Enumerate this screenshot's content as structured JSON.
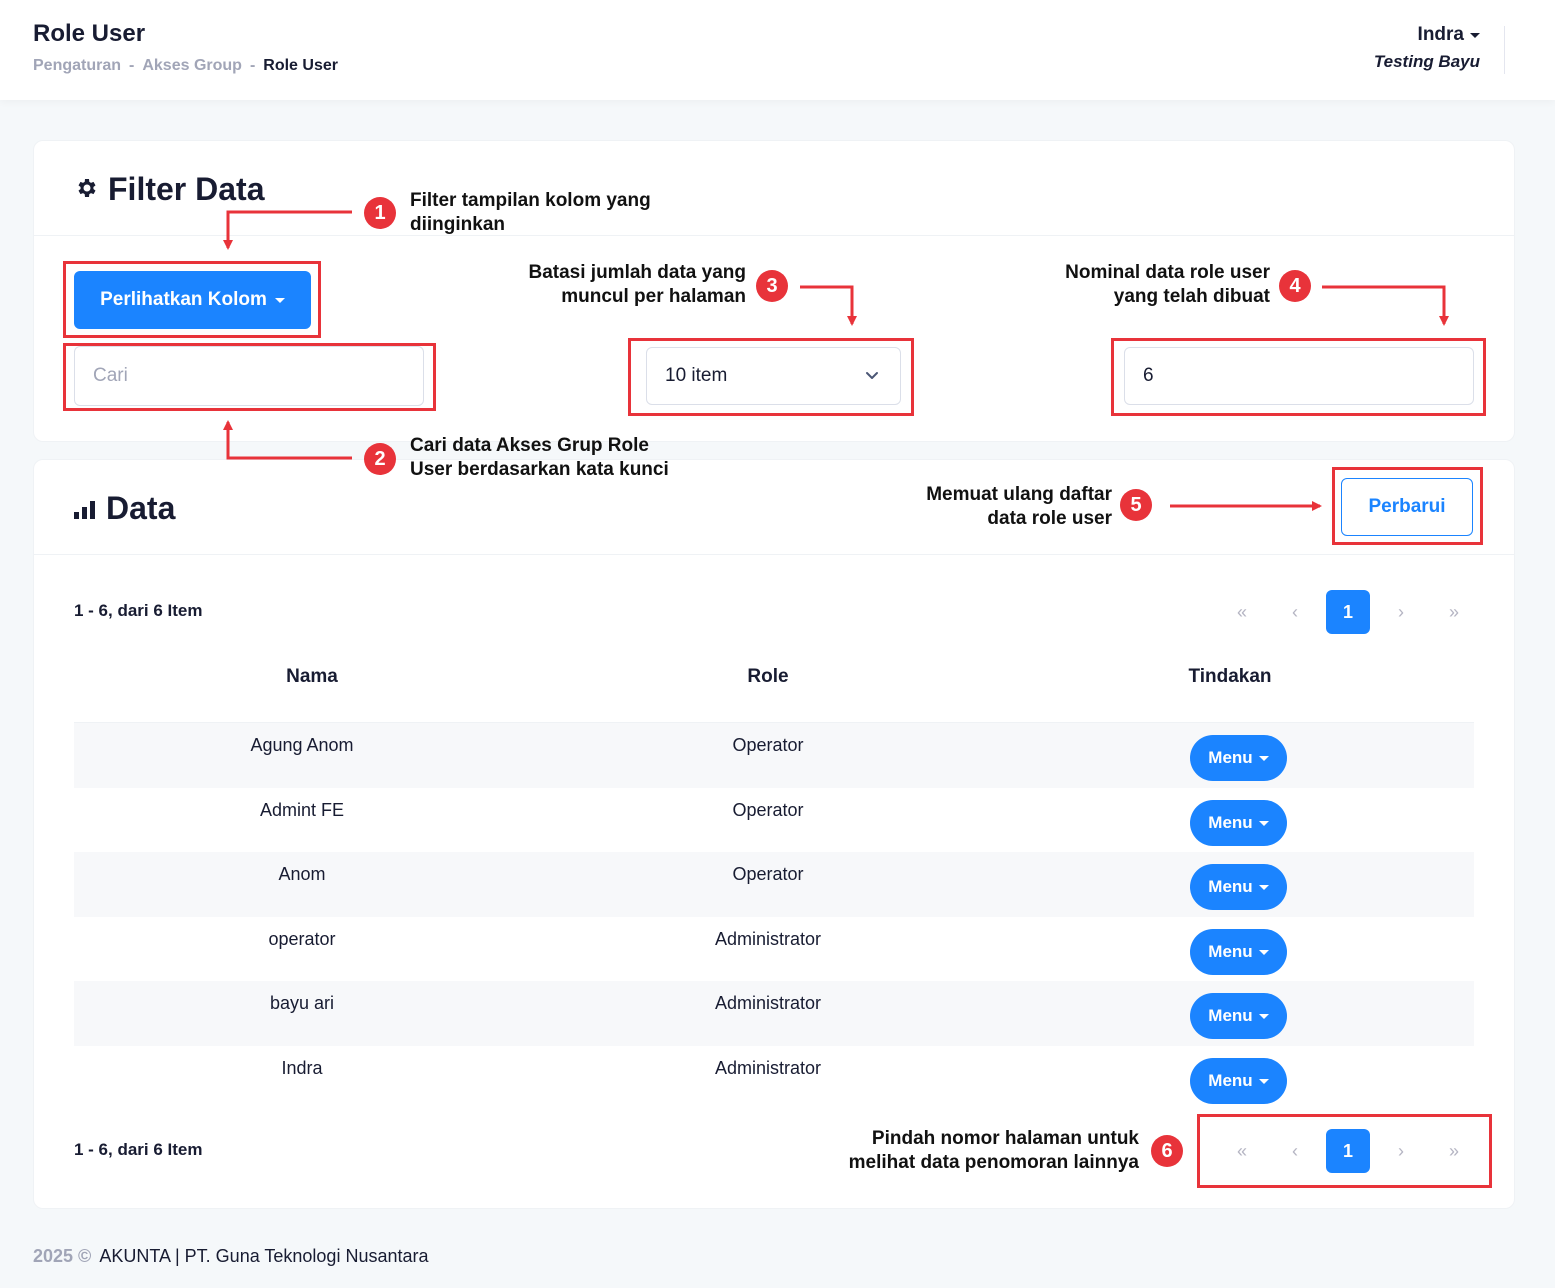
{
  "header": {
    "title": "Role User",
    "breadcrumb": [
      "Pengaturan",
      "-",
      "Akses Group",
      "-",
      "Role User"
    ],
    "user_name": "Indra",
    "user_role": "Testing Bayu"
  },
  "filter": {
    "title": "Filter Data",
    "columns_button": "Perlihatkan Kolom",
    "search_placeholder": "Cari",
    "per_page_value": "10 item",
    "total_value": "6"
  },
  "annotations": {
    "n1": {
      "num": "1",
      "text_line1": "Filter tampilan kolom yang",
      "text_line2": "diinginkan"
    },
    "n2": {
      "num": "2",
      "text_line1": "Cari data Akses Grup Role",
      "text_line2": "User berdasarkan kata kunci"
    },
    "n3": {
      "num": "3",
      "text_line1": "Batasi jumlah data yang",
      "text_line2": "muncul per halaman"
    },
    "n4": {
      "num": "4",
      "text_line1": "Nominal data role user",
      "text_line2": "yang telah dibuat"
    },
    "n5": {
      "num": "5",
      "text_line1": "Memuat ulang daftar",
      "text_line2": "data role user"
    },
    "n6": {
      "num": "6",
      "text_line1": "Pindah nomor halaman untuk",
      "text_line2": "melihat data penomoran lainnya"
    }
  },
  "data_card": {
    "title": "Data",
    "refresh_button": "Perbarui",
    "info_text": "1 - 6, dari 6 Item",
    "pager": [
      "«",
      "‹",
      "1",
      "›",
      "»"
    ],
    "headers": [
      "Nama",
      "Role",
      "Tindakan"
    ],
    "rows": [
      {
        "nama": "Agung Anom",
        "role": "Operator",
        "action": "Menu"
      },
      {
        "nama": "Admint FE",
        "role": "Operator",
        "action": "Menu"
      },
      {
        "nama": "Anom",
        "role": "Operator",
        "action": "Menu"
      },
      {
        "nama": "operator",
        "role": "Administrator",
        "action": "Menu"
      },
      {
        "nama": "bayu ari",
        "role": "Administrator",
        "action": "Menu"
      },
      {
        "nama": "Indra",
        "role": "Administrator",
        "action": "Menu"
      }
    ]
  },
  "footer": {
    "year": "2025 ©",
    "text": "AKUNTA | PT. Guna Teknologi Nusantara"
  },
  "colors": {
    "primary": "#1b84ff",
    "annotation": "#e8333a"
  }
}
